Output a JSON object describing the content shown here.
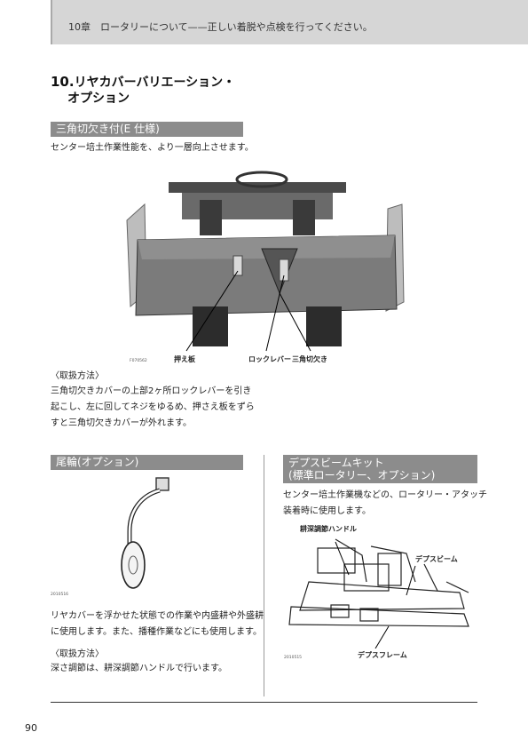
{
  "header": {
    "text": "10章　ロータリーについて——正しい着脱や点検を行ってください。"
  },
  "section": {
    "number": "10.",
    "title_line1": "リヤカバーバリエーション・",
    "title_line2": "オプション"
  },
  "triangle_notch": {
    "heading": "三角切欠き付(E 仕様)",
    "intro": "センター培土作業性能を、より一層向上させます。",
    "figure_code": "F070562",
    "labels": {
      "press_plate": "押え板",
      "lock_lever": "ロックレバー",
      "notch": "三角切欠き"
    },
    "method_heading": "〈取扱方法〉",
    "method_lines": [
      "三角切欠きカバーの上部2ヶ所ロックレバーを引き",
      "起こし、左に回してネジをゆるめ、押さえ板をずら",
      "すと三角切欠きカバーが外れます。"
    ]
  },
  "tail_wheel": {
    "heading": "尾輪(オプション)",
    "figure_code": "2010516",
    "desc_lines": [
      "リヤカバーを浮かせた状態での作業や内盛耕や外盛耕",
      "に使用します。また、播種作業などにも使用します。"
    ],
    "method_heading": "〈取扱方法〉",
    "method_line": "深さ調節は、耕深調節ハンドルで行います。"
  },
  "depth_beam": {
    "heading_line1": "デプスビームキット",
    "heading_line2": "(標準ロータリー、オプション)",
    "desc_lines": [
      "センター培土作業機などの、ロータリー・アタッチ",
      "装着時に使用します。"
    ],
    "figure_code": "2010515",
    "labels": {
      "handle": "耕深調節ハンドル",
      "beam": "デプスビーム",
      "frame": "デプスフレーム"
    }
  },
  "page_number": "90"
}
